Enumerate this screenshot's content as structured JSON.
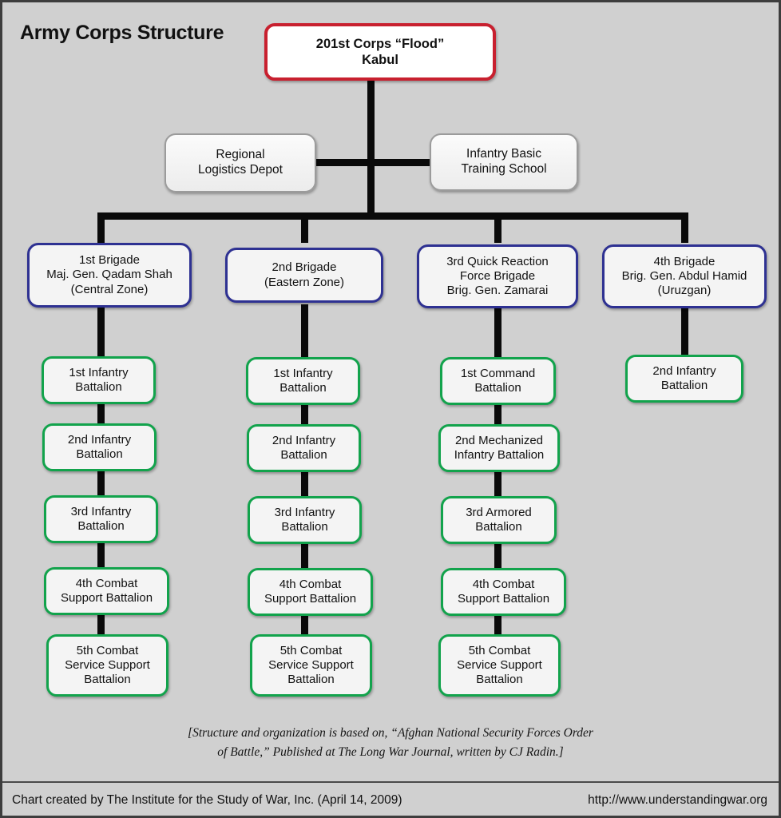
{
  "page": {
    "title": "Army Corps Structure",
    "background_color": "#d0d0d0",
    "frame_color": "#3d3d3d"
  },
  "colors": {
    "corps_border": "#c8202f",
    "support_border": "#9b9b9b",
    "brigade_border": "#2e3192",
    "battalion_border": "#12a34c",
    "connector": "#0a0a0a"
  },
  "chart_data": {
    "type": "diagram",
    "title": "Army Corps Structure",
    "root": {
      "label": "201st Corps “Flood”\nKabul"
    },
    "support_units": [
      {
        "label": "Regional\nLogistics Depot"
      },
      {
        "label": "Infantry Basic\nTraining School"
      }
    ],
    "brigades": [
      {
        "label": "1st Brigade\nMaj. Gen. Qadam Shah\n(Central Zone)",
        "battalions": [
          {
            "label": "1st Infantry\nBattalion"
          },
          {
            "label": "2nd Infantry\nBattalion"
          },
          {
            "label": "3rd Infantry\nBattalion"
          },
          {
            "label": "4th Combat\nSupport Battalion"
          },
          {
            "label": "5th Combat\nService Support\nBattalion"
          }
        ]
      },
      {
        "label": "2nd Brigade\n(Eastern Zone)",
        "battalions": [
          {
            "label": "1st Infantry\nBattalion"
          },
          {
            "label": "2nd Infantry\nBattalion"
          },
          {
            "label": "3rd Infantry\nBattalion"
          },
          {
            "label": "4th Combat\nSupport Battalion"
          },
          {
            "label": "5th Combat\nService Support\nBattalion"
          }
        ]
      },
      {
        "label": "3rd Quick Reaction\nForce Brigade\nBrig. Gen. Zamarai",
        "battalions": [
          {
            "label": "1st Command\nBattalion"
          },
          {
            "label": "2nd Mechanized\nInfantry Battalion"
          },
          {
            "label": "3rd Armored\nBattalion"
          },
          {
            "label": "4th Combat\nSupport Battalion"
          },
          {
            "label": "5th Combat\nService Support\nBattalion"
          }
        ]
      },
      {
        "label": "4th Brigade\nBrig. Gen. Abdul Hamid\n(Uruzgan)",
        "battalions": [
          {
            "label": "2nd Infantry\nBattalion"
          }
        ]
      }
    ]
  },
  "source_note": "[Structure and organization is based on, “Afghan National Security Forces Order\nof Battle,” Published at The Long War Journal, written by CJ Radin.]",
  "footer": {
    "credit": "Chart created by The Institute for the Study of War, Inc.  (April 14, 2009)",
    "url": "http://www.understandingwar.org"
  }
}
